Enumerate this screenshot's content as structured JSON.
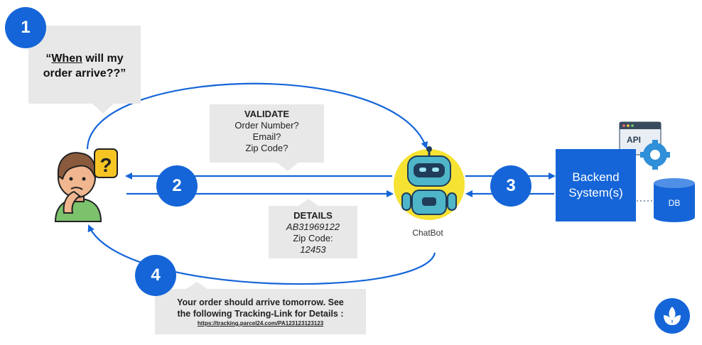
{
  "customer_question": {
    "open_quote": "“",
    "when": "When",
    "rest1": " will my",
    "line2": "order arrive??”"
  },
  "validate_bubble": {
    "title": "VALIDATE",
    "lines": [
      "Order Number?",
      "Email?",
      "Zip Code?"
    ]
  },
  "details_bubble": {
    "title": "DETAILS",
    "order_number": "AB31969122",
    "zip_label": "Zip Code:",
    "zip_value": "12453"
  },
  "answer_bubble": {
    "line1": "Your order should arrive tomorrow. See",
    "line2": "the following Tracking-Link for Details :",
    "link": "https://tracking.parcel24.com/PA123123123123"
  },
  "steps": [
    "1",
    "2",
    "3",
    "4"
  ],
  "chatbot_label": "ChatBot",
  "backend": {
    "line1": "Backend",
    "line2": "System(s)"
  },
  "api_label": "API",
  "db_label": "DB",
  "question_mark": "?",
  "colors": {
    "accent": "#1565d8",
    "bubble": "#e8e8e8",
    "bot_head": "#4fb6c9",
    "bot_bg": "#f6e233"
  }
}
